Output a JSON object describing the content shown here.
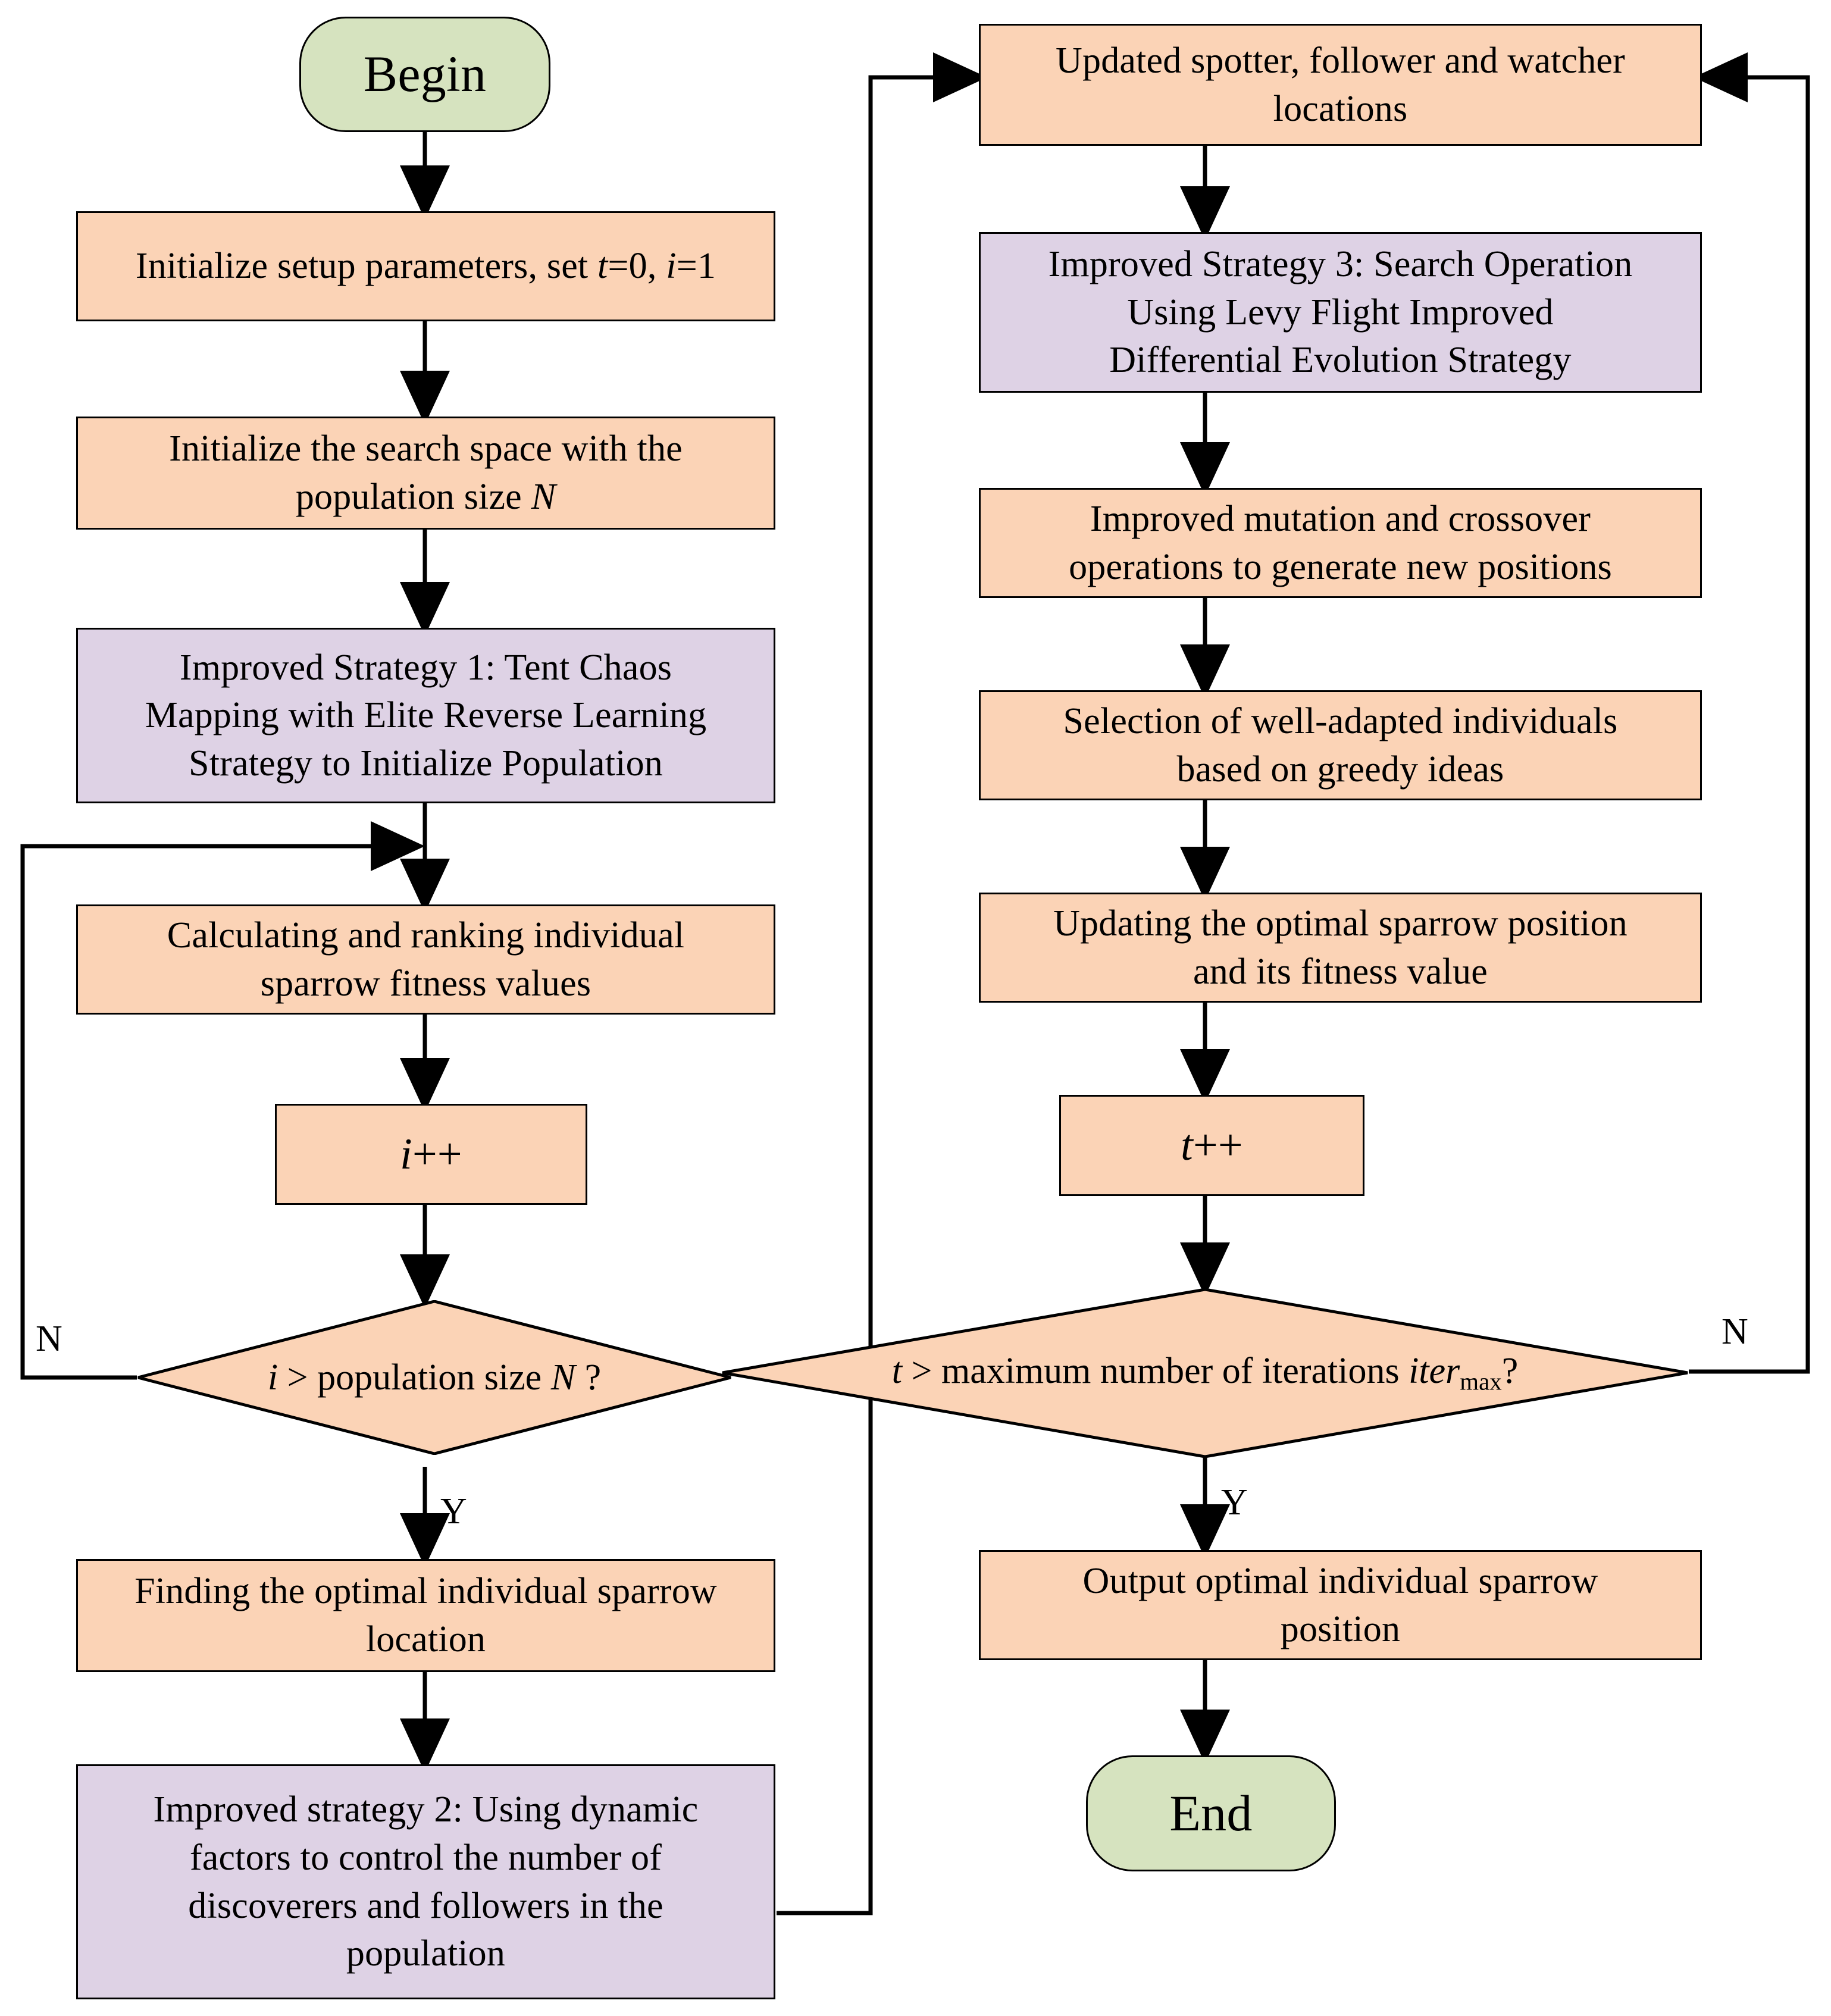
{
  "diagram": {
    "type": "flowchart",
    "title": "Improved Sparrow Search Algorithm flowchart",
    "colors": {
      "process_fill": "#fbd3b6",
      "strategy_fill": "#ded2e5",
      "terminal_fill": "#d6e3bf",
      "stroke": "#000000",
      "background": "#ffffff"
    },
    "nodes": {
      "begin": "Begin",
      "init_params_pre": "Initialize setup parameters, set ",
      "init_params_t": "t",
      "init_params_t_eq": "=0, ",
      "init_params_i": "i",
      "init_params_i_eq": "=1",
      "init_search_line1": "Initialize the search space with the",
      "init_search_line2_pre": "population size ",
      "init_search_line2_var": "N",
      "strategy1_line1": "Improved Strategy 1: Tent Chaos",
      "strategy1_line2": "Mapping with Elite Reverse Learning",
      "strategy1_line3": "Strategy to Initialize Population",
      "calc_rank_line1": "Calculating and ranking individual",
      "calc_rank_line2": "sparrow fitness values",
      "i_increment_var": "i",
      "i_increment_op": "++",
      "decision_i_var": "i",
      "decision_i_rest_pre": " > population size ",
      "decision_i_rest_var": "N",
      "decision_i_rest_post": " ?",
      "find_optimal_line1": "Finding the optimal individual sparrow",
      "find_optimal_line2": "location",
      "strategy2_line1": "Improved strategy 2: Using dynamic",
      "strategy2_line2": "factors to control the number of",
      "strategy2_line3": "discoverers and followers in the",
      "strategy2_line4": "population",
      "updated_locations_line1": "Updated spotter, follower and watcher",
      "updated_locations_line2": "locations",
      "strategy3_line1": "Improved Strategy 3: Search Operation",
      "strategy3_line2": "Using Levy Flight Improved",
      "strategy3_line3": "Differential Evolution Strategy",
      "mutation_line1": "Improved mutation and crossover",
      "mutation_line2": "operations to generate new positions",
      "selection_line1": "Selection of well-adapted individuals",
      "selection_line2": "based on greedy ideas",
      "updating_line1": "Updating the optimal sparrow position",
      "updating_line2": "and its fitness value",
      "t_increment_var": "t",
      "t_increment_op": "++",
      "decision_t_var": "t",
      "decision_t_rest": " > maximum number of iterations ",
      "decision_t_iter": "iter",
      "decision_t_sub": "max",
      "decision_t_q": "?",
      "output_line1": "Output optimal individual sparrow",
      "output_line2": "position",
      "end": "End"
    },
    "edge_labels": {
      "left_no": "N",
      "left_yes": "Y",
      "right_no": "N",
      "right_yes": "Y"
    }
  }
}
